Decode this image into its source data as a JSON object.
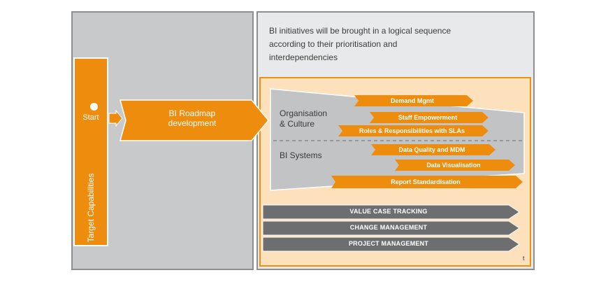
{
  "intro": {
    "line1": "BI initiatives will be brought in a logical sequence",
    "line2": "according to their prioritisation and",
    "line3": "interdependencies"
  },
  "left": {
    "target_label": "Target Capabilities",
    "start_label": "Start",
    "roadmap_line1": "BI Roadmap",
    "roadmap_line2": "development"
  },
  "funnel": {
    "org_line1": "Organisation",
    "org_line2": "& Culture",
    "systems_label": "BI Systems"
  },
  "orange_arrows": [
    "Demand Mgmt",
    "Staff Empowerment",
    "Roles & Responsibilities with SLAs",
    "Data Quality and MDM",
    "Data Visualisation",
    "Report Standardisation"
  ],
  "grey_arrows": [
    "VALUE CASE TRACKING",
    "CHANGE MANAGEMENT",
    "PROJECT MANAGEMENT"
  ],
  "time_label": "t",
  "colors": {
    "orange": "#ee8c0e",
    "light_orange_bg": "#fde1bd",
    "grey_panel": "#c8c9cb",
    "dark_grey_arrow": "#6d6e70"
  }
}
